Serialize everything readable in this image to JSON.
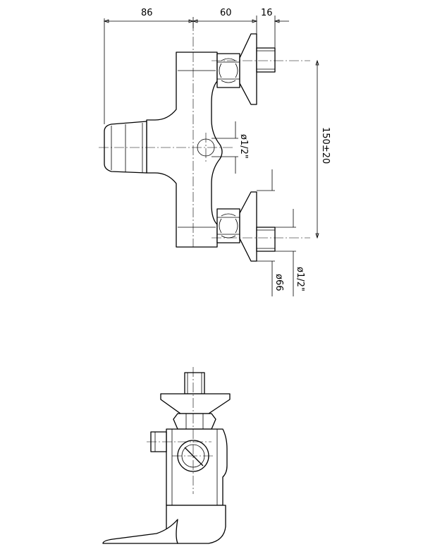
{
  "dimensions": {
    "width_left": "86",
    "width_mid": "60",
    "width_right": "16",
    "center_distance": "150±20",
    "inlet_thread_top": "ø1/2\"",
    "inlet_thread_bottom": "ø1/2\"",
    "flange_diameter": "ø66"
  }
}
